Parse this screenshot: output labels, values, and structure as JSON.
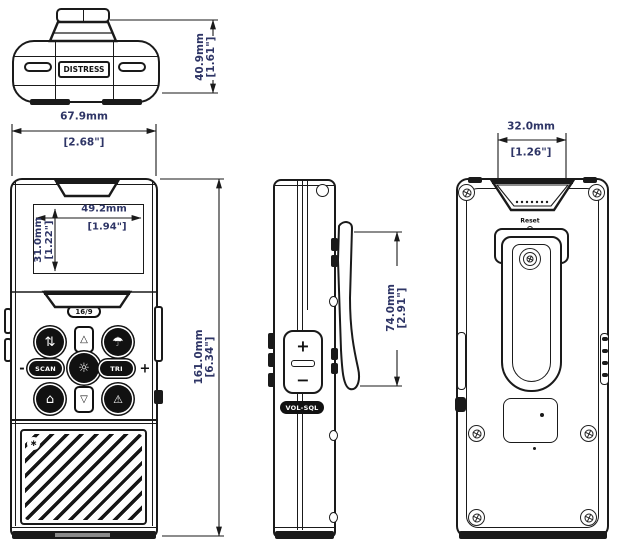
{
  "colors": {
    "line": "#1a1a1a",
    "dim_text": "#2e3566",
    "background": "#ffffff"
  },
  "top_view": {
    "distress_button": "DISTRESS",
    "height_dim_mm": "40.9mm",
    "height_dim_in": "[1.61\"]"
  },
  "front_view": {
    "width_dim_mm": "67.9mm",
    "width_dim_in": "[2.68\"]",
    "height_dim_mm": "161.0mm",
    "height_dim_in": "[6.34\"]",
    "screen_width_mm": "49.2mm",
    "screen_width_in": "[1.94\"]",
    "screen_height_mm": "31.0mm",
    "screen_height_in": "[1.22\"]",
    "key_16_9": "16/9",
    "key_scan": "SCAN",
    "key_tri": "TRI",
    "minus_sign": "-",
    "plus_sign": "+",
    "key_up": "△",
    "key_down": "▽",
    "icon_hl": "⇅",
    "icon_wx": "☂",
    "icon_mem": "⌂",
    "icon_alert": "⚠",
    "icon_ok": "☼",
    "icon_mic": "∗"
  },
  "side_view": {
    "clip_dim_mm": "74.0mm",
    "clip_dim_in": "[2.91\"]",
    "vol_plus": "+",
    "vol_minus": "−",
    "vol_sql_label": "VOL-SQL"
  },
  "back_view": {
    "width_dim_mm": "32.0mm",
    "width_dim_in": "[1.26\"]",
    "reset_label": "Reset"
  }
}
